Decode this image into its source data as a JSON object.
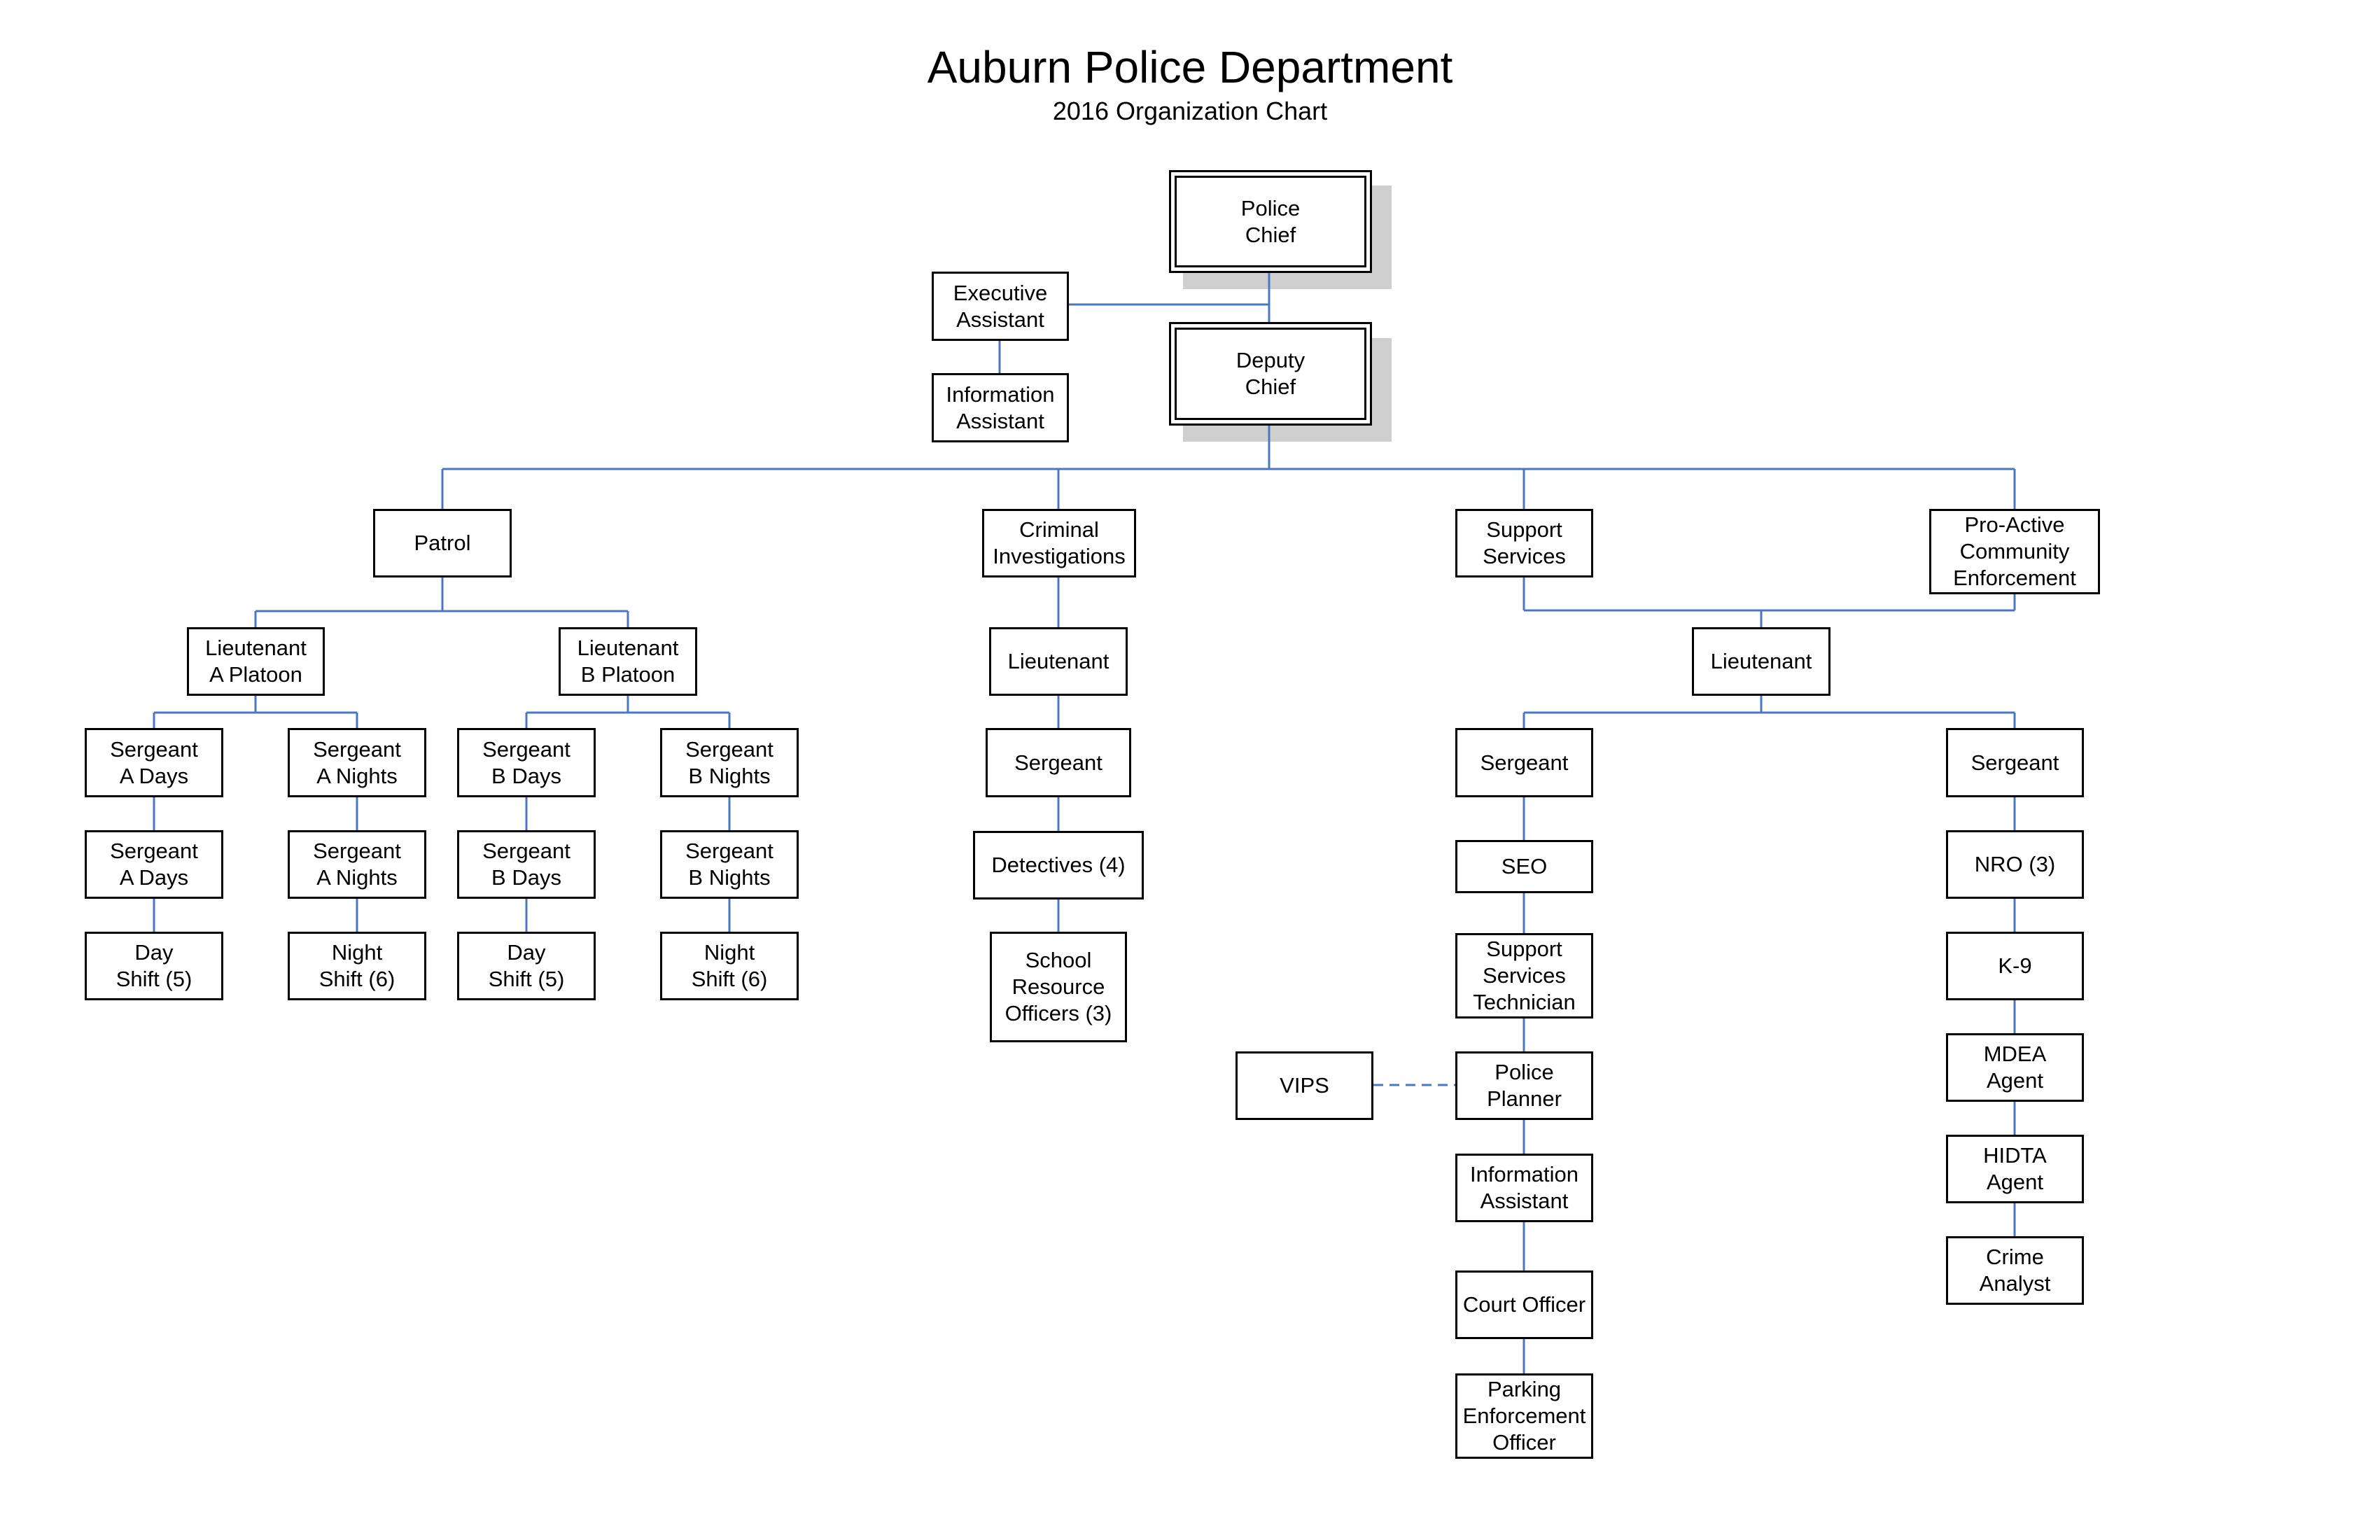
{
  "header": {
    "title": "Auburn Police Department",
    "subtitle": "2016 Organization Chart"
  },
  "colors": {
    "connector": "#4a78c0",
    "shadow": "#cfcfcf",
    "border": "#000000"
  },
  "nodes": {
    "police_chief": "Police\nChief",
    "deputy_chief": "Deputy\nChief",
    "executive_assistant": "Executive\nAssistant",
    "information_assistant_exec": "Information\nAssistant",
    "patrol": "Patrol",
    "criminal_investigations": "Criminal\nInvestigations",
    "support_services": "Support\nServices",
    "pro_active": "Pro-Active\nCommunity\nEnforcement",
    "lt_a_platoon": "Lieutenant\nA Platoon",
    "lt_b_platoon": "Lieutenant\nB Platoon",
    "sgt_a_days_1": "Sergeant\nA Days",
    "sgt_a_days_2": "Sergeant\nA Days",
    "day_shift_a": "Day\nShift (5)",
    "sgt_a_nights_1": "Sergeant\nA Nights",
    "sgt_a_nights_2": "Sergeant\nA Nights",
    "night_shift_a": "Night\nShift (6)",
    "sgt_b_days_1": "Sergeant\nB Days",
    "sgt_b_days_2": "Sergeant\nB Days",
    "day_shift_b": "Day\nShift (5)",
    "sgt_b_nights_1": "Sergeant\nB Nights",
    "sgt_b_nights_2": "Sergeant\nB Nights",
    "night_shift_b": "Night\nShift (6)",
    "ci_lieutenant": "Lieutenant",
    "ci_sergeant": "Sergeant",
    "detectives": "Detectives (4)",
    "school_resource": "School\nResource\nOfficers (3)",
    "ss_lieutenant": "Lieutenant",
    "ss_sergeant": "Sergeant",
    "seo": "SEO",
    "ss_technician": "Support\nServices\nTechnician",
    "police_planner": "Police\nPlanner",
    "vips": "VIPS",
    "info_assistant_ss": "Information\nAssistant",
    "court_officer": "Court Officer",
    "parking_officer": "Parking\nEnforcement\nOfficer",
    "pace_sergeant": "Sergeant",
    "nro": "NRO (3)",
    "k9": "K-9",
    "mdea_agent": "MDEA\nAgent",
    "hidta_agent": "HIDTA\nAgent",
    "crime_analyst": "Crime\nAnalyst"
  }
}
